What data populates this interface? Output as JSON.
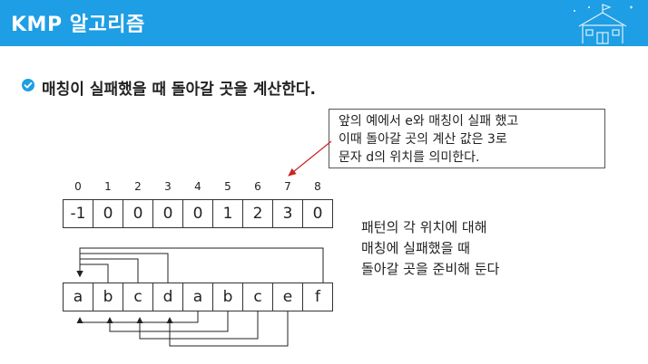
{
  "header": {
    "title": "KMP 알고리즘",
    "bg_color": "#1e9ee4",
    "icon": "school-building-icon"
  },
  "subtitle": {
    "icon": "check-circle-icon",
    "text": "매칭이 실패했을 때 돌아갈 곳을 계산한다."
  },
  "note": {
    "lines": [
      "앞의 예에서 e와 매칭이 실패 했고",
      "이때 돌아갈 곳의 계산 값은 3로",
      "문자 d의 위치를 의미한다."
    ],
    "arrow_color": "#cc2222"
  },
  "table": {
    "indices": [
      "0",
      "1",
      "2",
      "3",
      "4",
      "5",
      "6",
      "7",
      "8"
    ],
    "values": [
      "-1",
      "0",
      "0",
      "0",
      "0",
      "1",
      "2",
      "3",
      "0"
    ]
  },
  "pattern": {
    "chars": [
      "a",
      "b",
      "c",
      "d",
      "a",
      "b",
      "c",
      "e",
      "f"
    ]
  },
  "description": {
    "lines": [
      "패턴의 각 위치에 대해",
      "매칭에 실패했을 때",
      "돌아갈 곳을 준비해 둔다"
    ]
  }
}
